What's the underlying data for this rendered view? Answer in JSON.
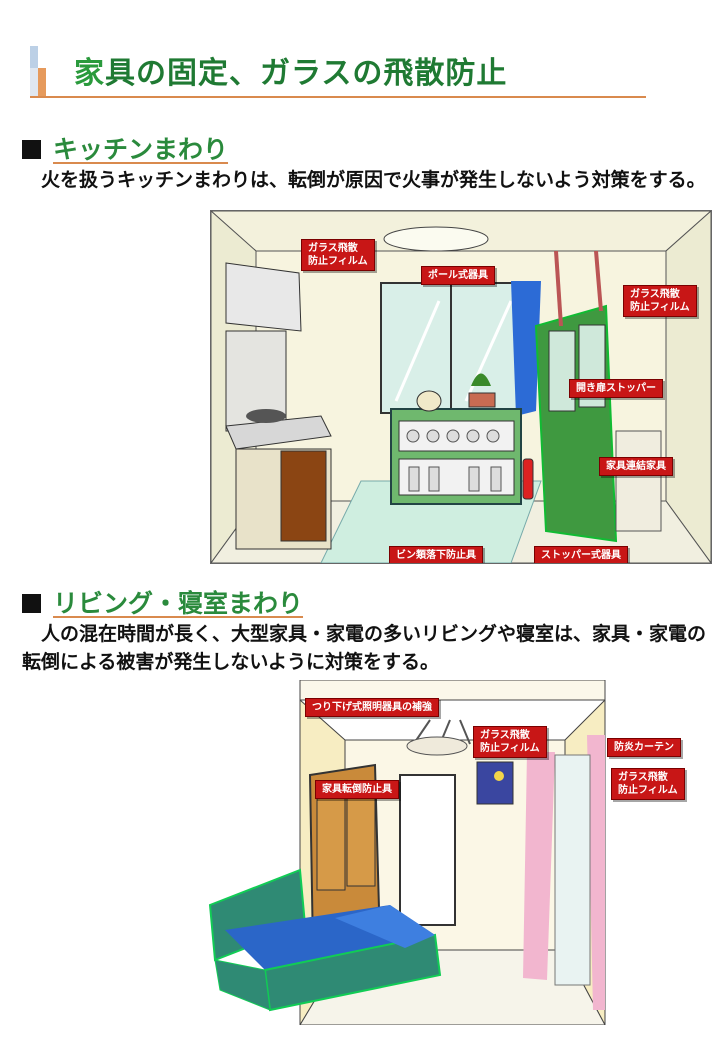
{
  "page_title_first": "家",
  "page_title_rest": "具の固定、ガラスの飛散防止",
  "kitchen": {
    "heading": "キッチンまわり",
    "text": "　火を扱うキッチンまわりは、転倒が原因で火事が発生しないよう対策をする。",
    "labels": {
      "glass_film_left": "ガラス飛散\n防止フィルム",
      "pole_fixture": "ポール式器具",
      "glass_film_right": "ガラス飛散\n防止フィルム",
      "door_stopper": "開き扉ストッパー",
      "furniture_link": "家具連結家具",
      "bottle_fall": "ビン類落下防止具",
      "stopper": "ストッパー式器具"
    }
  },
  "living": {
    "heading": "リビング・寝室まわり",
    "text": "　人の混在時間が長く、大型家具・家電の多いリビングや寝室は、家具・家電の転倒による被害が発生しないように対策をする。",
    "labels": {
      "hanging_light": "つり下げ式照明器具の補強",
      "glass_film_mid": "ガラス飛散\n防止フィルム",
      "fireproof_curtain": "防炎カーテン",
      "glass_film_right": "ガラス飛散\n防止フィルム",
      "furniture_anti_tip": "家具転倒防止具"
    }
  },
  "colors": {
    "title_green": "#1f7a33",
    "heading_green": "#2a8a3c",
    "accent_orange": "#d98a4e",
    "label_red": "#c81616"
  }
}
